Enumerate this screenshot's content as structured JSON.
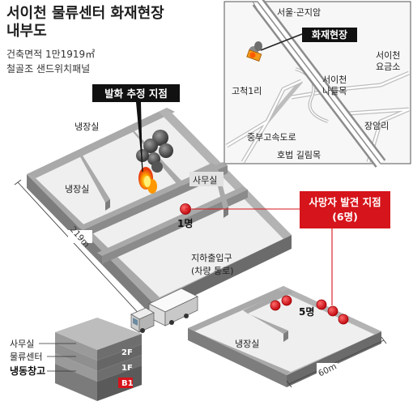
{
  "header": {
    "title_line1": "서이천 물류센터 화재현장",
    "title_line2": "내부도",
    "area": "건축면적 1만1919㎡",
    "structure": "철골조 샌드위치패널"
  },
  "map": {
    "north": "서울·곤지암",
    "fire_site": "화재현장",
    "seoicheon_tollgate": "서이천 요금소",
    "seoicheon_narimok": "서이천 나들목",
    "gocheok": "고척1리",
    "jangam": "장암리",
    "expressway": "중부고속도로",
    "hobeop": "호법 길림목"
  },
  "floorplan": {
    "origin_callout": "발화 추정 지점",
    "cold_storage_top": "냉장실",
    "cold_storage_left": "냉장실",
    "office": "사무실",
    "one_victim": "1명",
    "victims_callout_line1": "사망자 발견 지점",
    "victims_callout_line2": "(6명)",
    "entrance_line1": "지하출입구",
    "entrance_line2": "(차량 통로)",
    "five_victims": "5명",
    "cold_storage_bottom": "냉장실",
    "dim_length": "219m",
    "dim_width": "60m"
  },
  "building_legend": {
    "office": "사무실",
    "logistics": "물류센터",
    "cold_storage": "냉동창고",
    "floor_2f": "2F",
    "floor_1f": "1F",
    "floor_b1": "B1"
  },
  "colors": {
    "fire_red": "#d6141b",
    "wall_top": "#ababab",
    "wall_side": "#7b7b7b",
    "floor": "#eeeeee",
    "title": "#1e1e1e"
  },
  "icons": [
    "fire-icon",
    "smoke-icon",
    "truck-icon",
    "victim-marker-icon"
  ]
}
